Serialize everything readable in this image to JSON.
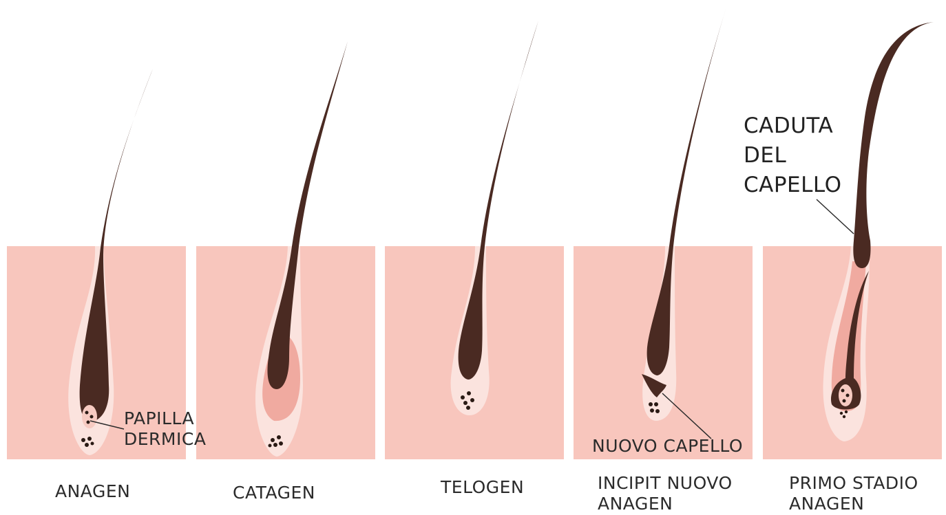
{
  "stages": [
    {
      "id": "anagen",
      "lines": [
        "ANAGEN"
      ]
    },
    {
      "id": "catagen",
      "lines": [
        "CATAGEN"
      ]
    },
    {
      "id": "telogen",
      "lines": [
        "TELOGEN"
      ]
    },
    {
      "id": "incipit",
      "lines": [
        "INCIPIT NUOVO",
        "ANAGEN"
      ]
    },
    {
      "id": "primo",
      "lines": [
        "PRIMO STADIO",
        "ANAGEN"
      ]
    }
  ],
  "annotations": {
    "papilla": [
      "PAPILLA",
      "DERMICA"
    ],
    "nuovo_capello": "NUOVO CAPELLO",
    "caduta": [
      "CADUTA",
      "DEL",
      "CAPELLO"
    ]
  },
  "colors": {
    "skin": "#f8c6bd",
    "follicle_sheath": "#fbe3de",
    "follicle_inner": "#f0aaa0",
    "hair": "#4a2a22",
    "papilla": "#f7cbc2",
    "dots": "#2a1a14"
  }
}
